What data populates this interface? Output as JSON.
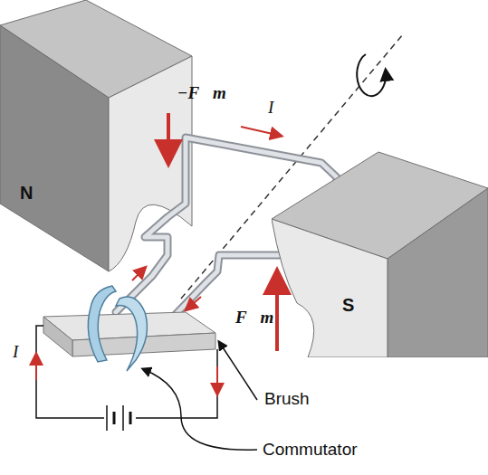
{
  "diagram": {
    "nodes": [
      {
        "text": [
          "N"
        ]
      },
      {
        "text": [
          "S"
        ]
      }
    ],
    "labels": [
      "−F⃗m",
      "I",
      "I",
      "F⃗m",
      "Brush",
      "Commutator"
    ]
  }
}
